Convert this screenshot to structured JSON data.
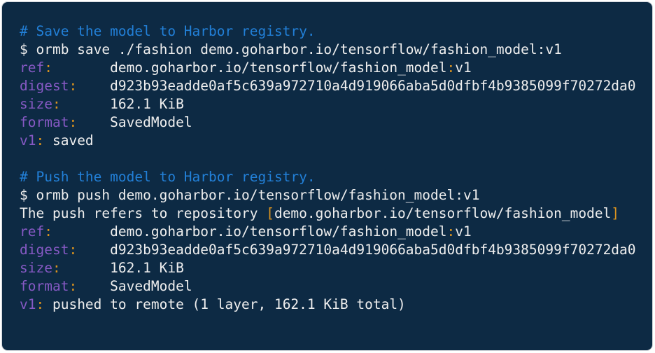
{
  "terminal": {
    "colors": {
      "page_background": "#ffffff",
      "background": "#0d2a44",
      "border": "#cfd4d9",
      "comment": "#2280d8",
      "plain": "#eeeeee",
      "key": "#8659c4",
      "accent": "#dd941e"
    },
    "lines": [
      {
        "segments": [
          {
            "text": "# Save the model to Harbor registry.",
            "color": "comment"
          }
        ]
      },
      {
        "segments": [
          {
            "text": "$ ormb save ./fashion demo.goharbor.io/tensorflow/fashion_model:v1",
            "color": "plain"
          }
        ]
      },
      {
        "segments": [
          {
            "text": "ref",
            "color": "key"
          },
          {
            "text": ":",
            "color": "accent"
          },
          {
            "text": "       demo.goharbor.io/tensorflow/fashion_model",
            "color": "plain"
          },
          {
            "text": ":",
            "color": "accent"
          },
          {
            "text": "v1",
            "color": "plain"
          }
        ]
      },
      {
        "segments": [
          {
            "text": "digest",
            "color": "key"
          },
          {
            "text": ":",
            "color": "accent"
          },
          {
            "text": "    d923b93eadde0af5c639a972710a4d919066aba5d0dfbf4b9385099f70272da0",
            "color": "plain"
          }
        ]
      },
      {
        "segments": [
          {
            "text": "size",
            "color": "key"
          },
          {
            "text": ":",
            "color": "accent"
          },
          {
            "text": "      162.1 KiB",
            "color": "plain"
          }
        ]
      },
      {
        "segments": [
          {
            "text": "format",
            "color": "key"
          },
          {
            "text": ":",
            "color": "accent"
          },
          {
            "text": "    SavedModel",
            "color": "plain"
          }
        ]
      },
      {
        "segments": [
          {
            "text": "v1",
            "color": "key"
          },
          {
            "text": ":",
            "color": "accent"
          },
          {
            "text": " saved",
            "color": "plain"
          }
        ]
      },
      {
        "segments": []
      },
      {
        "segments": [
          {
            "text": "# Push the model to Harbor registry.",
            "color": "comment"
          }
        ]
      },
      {
        "segments": [
          {
            "text": "$ ormb push demo.goharbor.io/tensorflow/fashion_model:v1",
            "color": "plain"
          }
        ]
      },
      {
        "segments": [
          {
            "text": "The push refers to repository ",
            "color": "plain"
          },
          {
            "text": "[",
            "color": "accent"
          },
          {
            "text": "demo.goharbor.io/tensorflow/fashion_model",
            "color": "plain"
          },
          {
            "text": "]",
            "color": "accent"
          }
        ]
      },
      {
        "segments": [
          {
            "text": "ref",
            "color": "key"
          },
          {
            "text": ":",
            "color": "accent"
          },
          {
            "text": "       demo.goharbor.io/tensorflow/fashion_model",
            "color": "plain"
          },
          {
            "text": ":",
            "color": "accent"
          },
          {
            "text": "v1",
            "color": "plain"
          }
        ]
      },
      {
        "segments": [
          {
            "text": "digest",
            "color": "key"
          },
          {
            "text": ":",
            "color": "accent"
          },
          {
            "text": "    d923b93eadde0af5c639a972710a4d919066aba5d0dfbf4b9385099f70272da0",
            "color": "plain"
          }
        ]
      },
      {
        "segments": [
          {
            "text": "size",
            "color": "key"
          },
          {
            "text": ":",
            "color": "accent"
          },
          {
            "text": "      162.1 KiB",
            "color": "plain"
          }
        ]
      },
      {
        "segments": [
          {
            "text": "format",
            "color": "key"
          },
          {
            "text": ":",
            "color": "accent"
          },
          {
            "text": "    SavedModel",
            "color": "plain"
          }
        ]
      },
      {
        "segments": [
          {
            "text": "v1",
            "color": "key"
          },
          {
            "text": ":",
            "color": "accent"
          },
          {
            "text": " pushed to remote (1 layer, 162.1 KiB total)",
            "color": "plain"
          }
        ]
      }
    ]
  }
}
